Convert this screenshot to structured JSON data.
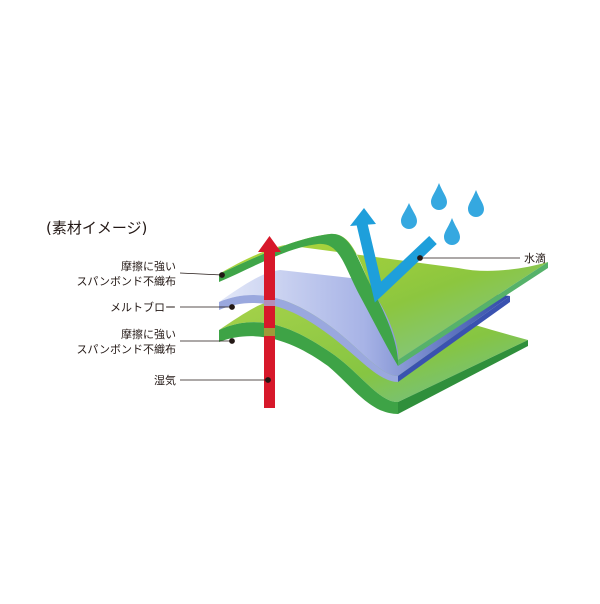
{
  "caption": "(素材イメージ)",
  "labels": {
    "outer_layer": [
      "摩擦に強い",
      "スパンボンド不織布"
    ],
    "middle_layer": "メルトブロー",
    "inner_layer": [
      "摩擦に強い",
      "スパンボンド不織布"
    ],
    "vapor": "湿気",
    "water": "水滴"
  },
  "colors": {
    "spunbond_green": "#8cc63f",
    "meltblown_blue": "#2f4aa8",
    "vapor_arrow_red": "#d7182a",
    "water_arrow_blue": "#1e9fdb",
    "droplet_blue": "#35a8e0"
  },
  "icons": [
    "water-droplet-icon",
    "up-arrow-icon",
    "deflect-arrow-icon"
  ]
}
